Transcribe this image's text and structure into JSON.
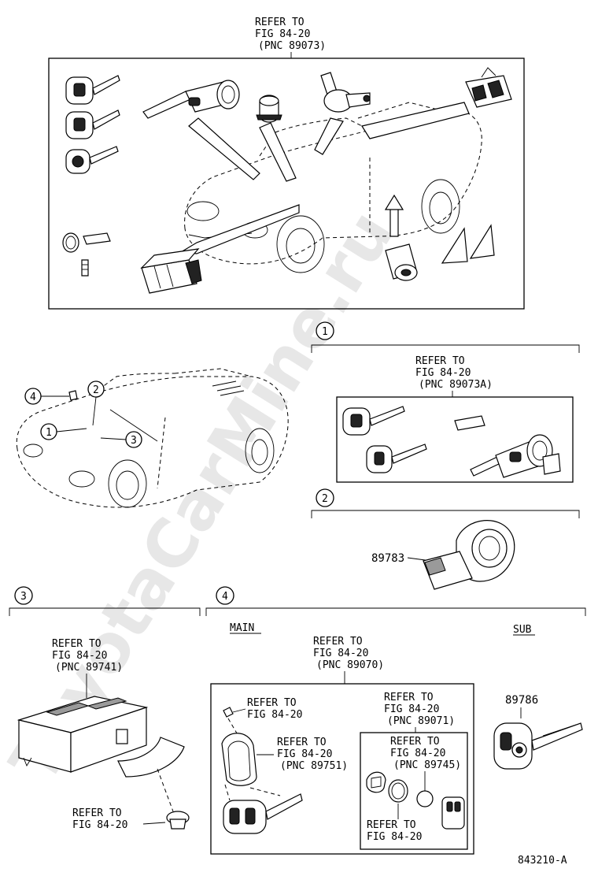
{
  "watermark": "ToyotaCarMine.ru",
  "top_callout": [
    "REFER TO",
    "FIG 84-20",
    "(PNC 89073)"
  ],
  "section1": {
    "number": "1",
    "callout": [
      "REFER TO",
      "FIG 84-20",
      "(PNC 89073A)"
    ]
  },
  "section2": {
    "number": "2",
    "part_number": "89783"
  },
  "section3": {
    "number": "3",
    "callout_top": [
      "REFER TO",
      "FIG 84-20",
      "(PNC 89741)"
    ],
    "callout_bottom": [
      "REFER TO",
      "FIG 84-20"
    ]
  },
  "section4": {
    "number": "4",
    "main_label": "MAIN",
    "sub_label": "SUB",
    "callout_main": [
      "REFER TO",
      "FIG 84-20",
      "(PNC 89070)"
    ],
    "callout_screw": [
      "REFER TO",
      "FIG 84-20"
    ],
    "callout_cover": [
      "REFER TO",
      "FIG 84-20",
      "(PNC 89751)"
    ],
    "callout_89071": [
      "REFER TO",
      "FIG 84-20",
      "(PNC 89071)"
    ],
    "callout_89745": [
      "REFER TO",
      "FIG 84-20",
      "(PNC 89745)"
    ],
    "callout_battery": [
      "REFER TO",
      "FIG 84-20"
    ],
    "sub_part_number": "89786"
  },
  "car_callouts": [
    "4",
    "2",
    "1",
    "3"
  ],
  "figure_id": "843210-A"
}
